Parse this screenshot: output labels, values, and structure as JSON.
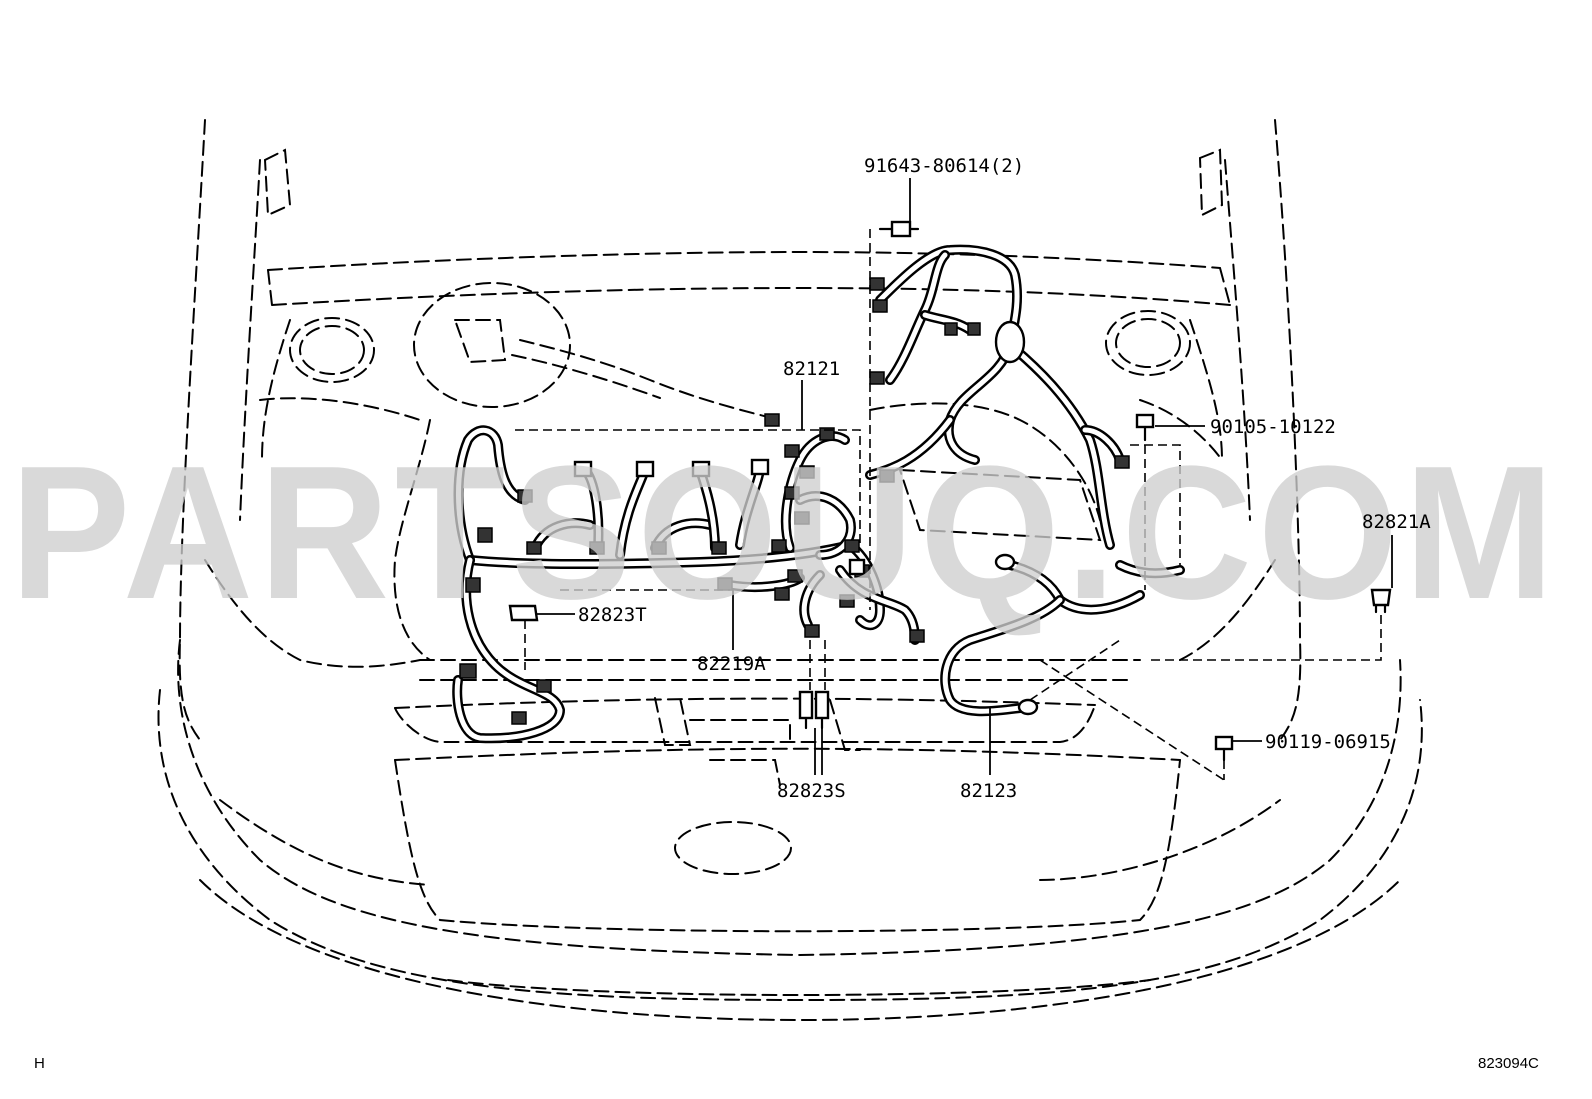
{
  "watermark": "PARTSOUQ.COM",
  "corner_left": "H",
  "corner_right": "823094C",
  "parts": [
    {
      "id": "p1",
      "label": "91643-80614(2)"
    },
    {
      "id": "p2",
      "label": "82121"
    },
    {
      "id": "p3",
      "label": "90105-10122"
    },
    {
      "id": "p4",
      "label": "82821A"
    },
    {
      "id": "p5",
      "label": "82823T"
    },
    {
      "id": "p6",
      "label": "82219A"
    },
    {
      "id": "p7",
      "label": "90119-06915"
    },
    {
      "id": "p8",
      "label": "82823S"
    },
    {
      "id": "p9",
      "label": "82123"
    }
  ]
}
